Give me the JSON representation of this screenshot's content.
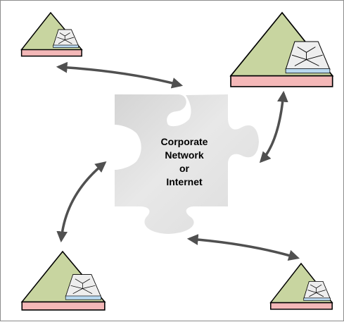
{
  "center": {
    "lines": [
      "Corporate",
      "Network",
      "or",
      "Internet"
    ]
  },
  "nodes": [
    {
      "id": "top-left"
    },
    {
      "id": "top-right"
    },
    {
      "id": "bottom-left"
    },
    {
      "id": "bottom-right"
    }
  ],
  "links": [
    {
      "from": "top-left",
      "to": "center"
    },
    {
      "from": "top-right",
      "to": "center"
    },
    {
      "from": "bottom-left",
      "to": "center"
    },
    {
      "from": "bottom-right",
      "to": "center"
    }
  ],
  "colors": {
    "triangle_fill": "#c8d5a0",
    "triangle_stroke": "#000000",
    "base_fill": "#f4b8b8",
    "accent_fill": "#b8d8f0",
    "puzzle_fill": "#e0e0e0",
    "arrow": "#505050"
  }
}
